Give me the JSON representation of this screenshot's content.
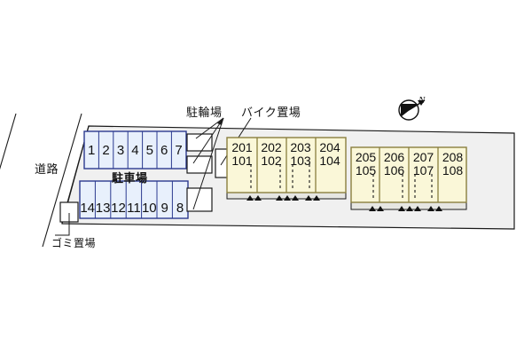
{
  "plan": {
    "title": "apartment-site-plan",
    "colors": {
      "site_fill": "#f0f0f0",
      "site_stroke": "#1a1a1a",
      "building_fill": "#faf7d8",
      "building_stroke": "#8a7f3f",
      "stall_fill": "#e8f0fc",
      "stall_stroke": "#2b3a8f",
      "white_box_fill": "#ffffff",
      "white_box_stroke": "#1a1a1a",
      "porch_fill": "#e6e6e2",
      "arrow_color": "#111111",
      "text_color": "#111111"
    }
  },
  "labels": {
    "road": "道路",
    "garbage_area": "ゴミ置場",
    "bicycle_parking": "駐輪場",
    "motorcycle_parking": "バイク置場",
    "car_parking": "駐車場",
    "north": "N"
  },
  "parking": {
    "row_top": [
      "1",
      "2",
      "3",
      "4",
      "5",
      "6",
      "7"
    ],
    "row_bottom": [
      "14",
      "13",
      "12",
      "11",
      "10",
      "9",
      "8"
    ]
  },
  "building": {
    "block_a": [
      {
        "upper": "201",
        "lower": "101"
      },
      {
        "upper": "202",
        "lower": "102"
      },
      {
        "upper": "203",
        "lower": "103"
      },
      {
        "upper": "204",
        "lower": "104"
      }
    ],
    "block_b": [
      {
        "upper": "205",
        "lower": "105"
      },
      {
        "upper": "206",
        "lower": "106"
      },
      {
        "upper": "207",
        "lower": "107"
      },
      {
        "upper": "208",
        "lower": "108"
      }
    ]
  }
}
